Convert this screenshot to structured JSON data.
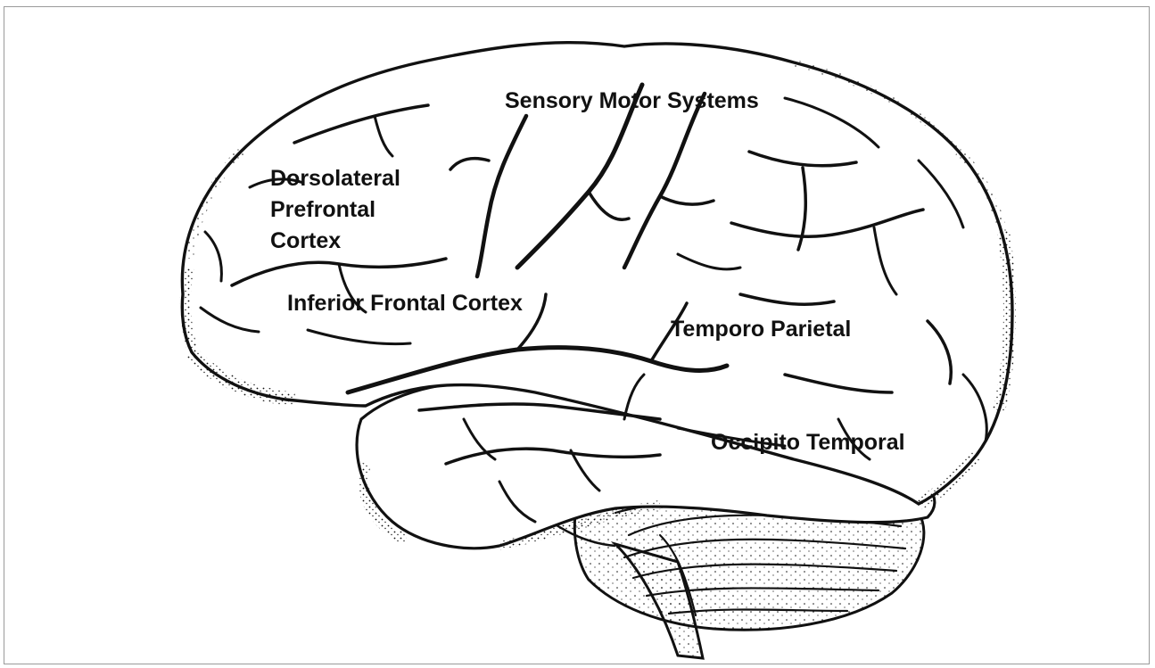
{
  "figure": {
    "line_color": "#111111",
    "background": "#ffffff"
  },
  "regions": {
    "sensory_motor": "Sensory Motor Systems",
    "dlpfc": [
      "Dorsolateral",
      "Prefrontal",
      "Cortex"
    ],
    "inferior_frontal": "Inferior Frontal Cortex",
    "temporo_parietal": "Temporo Parietal",
    "occipito_temporal": "Occipito Temporal"
  }
}
